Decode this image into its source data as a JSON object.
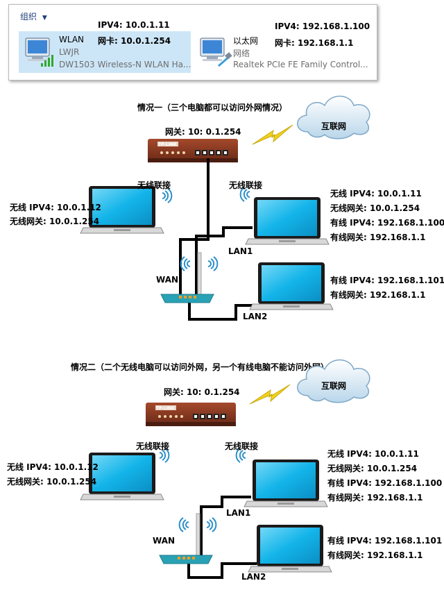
{
  "panel": {
    "organize_label": "组织",
    "wlan": {
      "ipv4": "IPV4:  10.0.1.11",
      "gateway": "网卡:  10.0.1.254",
      "name": "WLAN",
      "network": "LWJR",
      "adapter": "DW1503 Wireless-N WLAN Ha..."
    },
    "ethernet": {
      "ipv4": "IPV4:  192.168.1.100",
      "gateway": "网卡:  192.168.1.1",
      "name": "以太网",
      "network": "网络",
      "adapter": "Realtek PCIe FE Family Control..."
    }
  },
  "diagram1": {
    "title": "情况一（三个电脑都可以访问外网情况）",
    "gateway": "网关:  10:  0.1.254",
    "internet": "互联网",
    "wireless_link_left": "无线联接",
    "wireless_link_right": "无线联接",
    "left_ipv4": "无线 IPV4:  10.0.1.12",
    "left_gw": "无线网关:  10.0.1.254",
    "r1_wifi_ipv4": "无线 IPV4:  10.0.1.11",
    "r1_wifi_gw": "无线网关:  10.0.1.254",
    "r1_wired_ipv4": "有线 IPV4:  192.168.1.100",
    "r1_wired_gw": "有线网关:  192.168.1.1",
    "r2_wired_ipv4": "有线 IPV4:  192.168.1.101",
    "r2_wired_gw": "有线网关:  192.168.1.1",
    "wan": "WAN",
    "lan1": "LAN1",
    "lan2": "LAN2",
    "router_brand": "TP-LINK"
  },
  "diagram2": {
    "title": "情况二（二个无线电脑可以访问外网，另一个有线电脑不能访问外网）",
    "gateway": "网关:  10:  0.1.254",
    "internet": "互联网",
    "wireless_link_left": "无线联接",
    "wireless_link_right": "无线联接",
    "left_ipv4": "无线 IPV4:  10.0.1.12",
    "left_gw": "无线网关:  10.0.1.254",
    "r1_wifi_ipv4": "无线 IPV4:  10.0.1.11",
    "r1_wifi_gw": "无线网关:  10.0.1.254",
    "r1_wired_ipv4": "有线 IPV4:  192.168.1.100",
    "r1_wired_gw": "有线网关:  192.168.1.1",
    "r2_wired_ipv4": "有线 IPV4:  192.168.1.101",
    "r2_wired_gw": "有线网关:  192.168.1.1",
    "wan": "WAN",
    "lan1": "LAN1",
    "lan2": "LAN2",
    "router_brand": "TP-LINK"
  },
  "colors": {
    "screen": "#12b4e8",
    "screen_light": "#6fd6f6",
    "router_body": "#8a3b22",
    "ap_body": "#2aa2b5",
    "wifi_arc": "#2b8fc9",
    "lightning": "#f0d21b",
    "cable": "#000000"
  }
}
